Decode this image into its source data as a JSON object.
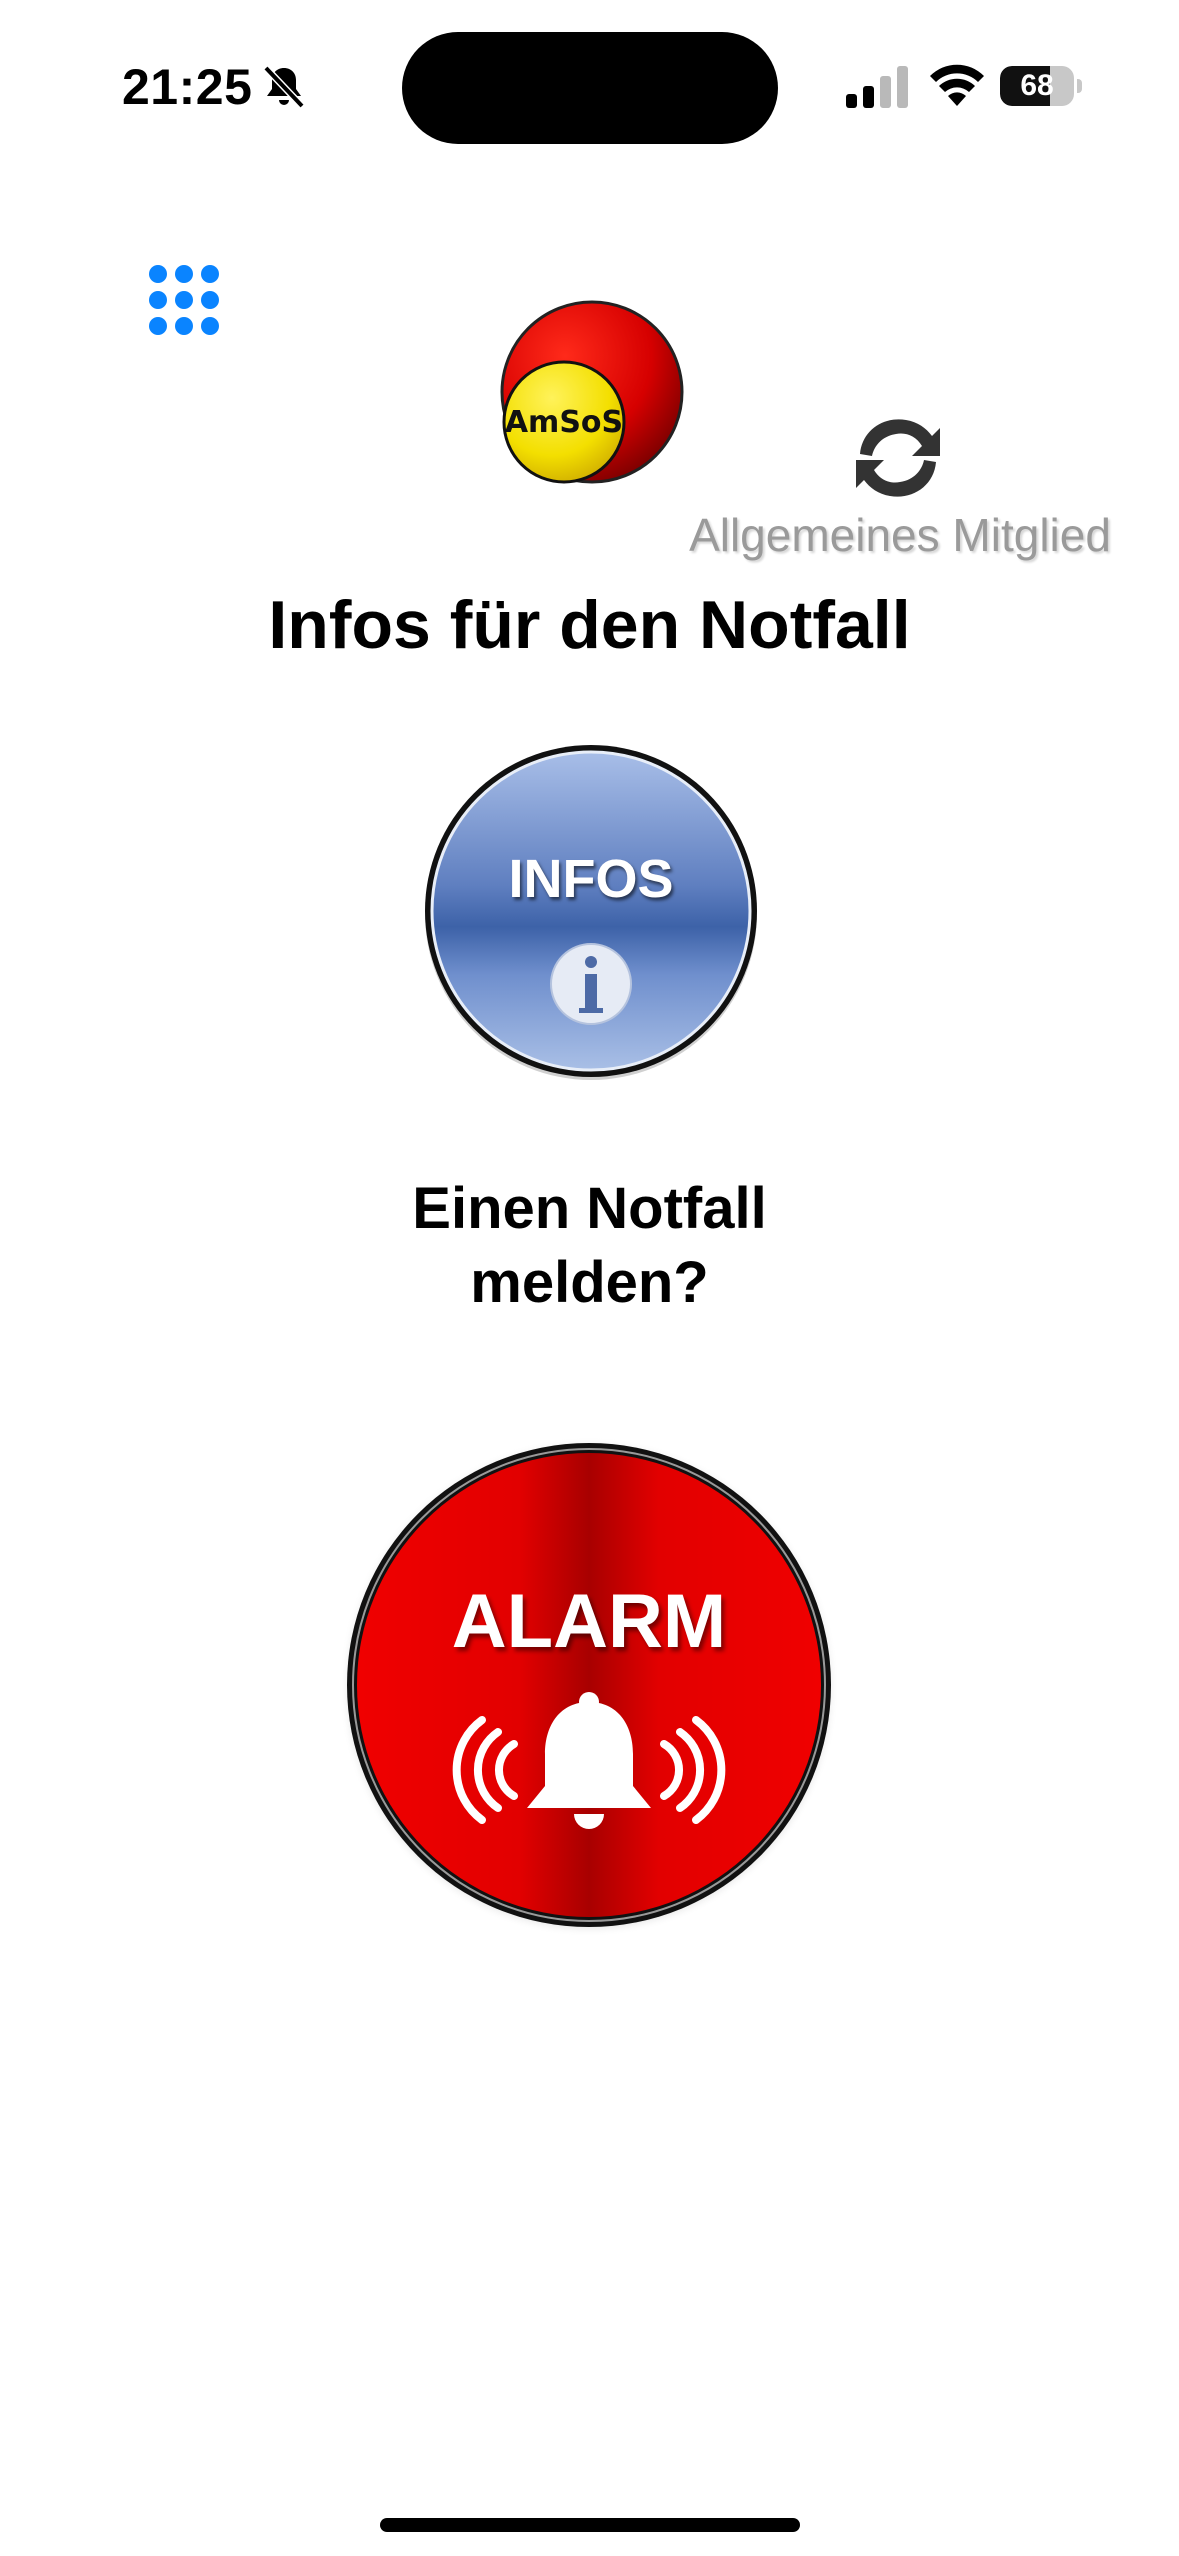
{
  "status_bar": {
    "time": "21:25",
    "battery_level": "68",
    "battery_fraction": 0.68,
    "icons": [
      "bell-slash-icon",
      "cellular-signal-icon",
      "wifi-icon",
      "battery-icon"
    ]
  },
  "header": {
    "menu_icon": "grid-dots-icon",
    "logo_text": "AmSoS",
    "sync_icon": "sync-arrows-icon",
    "member_type": "Allgemeines Mitglied"
  },
  "main": {
    "title": "Infos für den Notfall",
    "infos_button_label": "INFOS",
    "infos_icon": "info-icon",
    "question_line1": "Einen Notfall",
    "question_line2": "melden?",
    "alarm_button_label": "ALARM",
    "alarm_icon": "ringing-bell-icon"
  },
  "colors": {
    "accent_blue": "#0a84ff",
    "alarm_red": "#e00000",
    "infos_blue": "#6f8fcd",
    "logo_yellow": "#f4e81a"
  }
}
